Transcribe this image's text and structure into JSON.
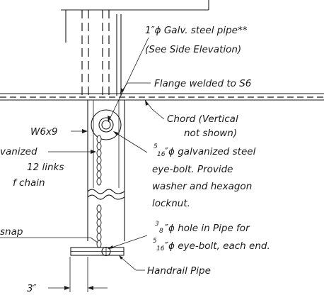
{
  "labels": {
    "pipe_line1": "1″ϕ Galv. steel pipe**",
    "pipe_line2": "(See Side Elevation)",
    "flange": "Flange welded to S6",
    "chord_line1": "Chord (Vertical",
    "chord_line2": "not shown)",
    "w6x9": "W6x9",
    "chain_line1": "vanized",
    "chain_line2": "12 links",
    "chain_line3": "f chain",
    "eyebolt_frac_num": "5",
    "eyebolt_frac_den": "16",
    "eyebolt_line1": "″ϕ galvanized steel",
    "eyebolt_line2": "eye-bolt.  Provide",
    "eyebolt_line3": "washer and hexagon",
    "eyebolt_line4": "locknut.",
    "snap": "snap",
    "hole_frac_num": "3",
    "hole_frac_den": "8",
    "hole_line1": "″ϕ hole in Pipe for",
    "hole_frac2_num": "5",
    "hole_frac2_den": "16",
    "hole_line2": "″ϕ eye-bolt, each end.",
    "handrail": "Handrail Pipe",
    "dim_3": "3″"
  }
}
